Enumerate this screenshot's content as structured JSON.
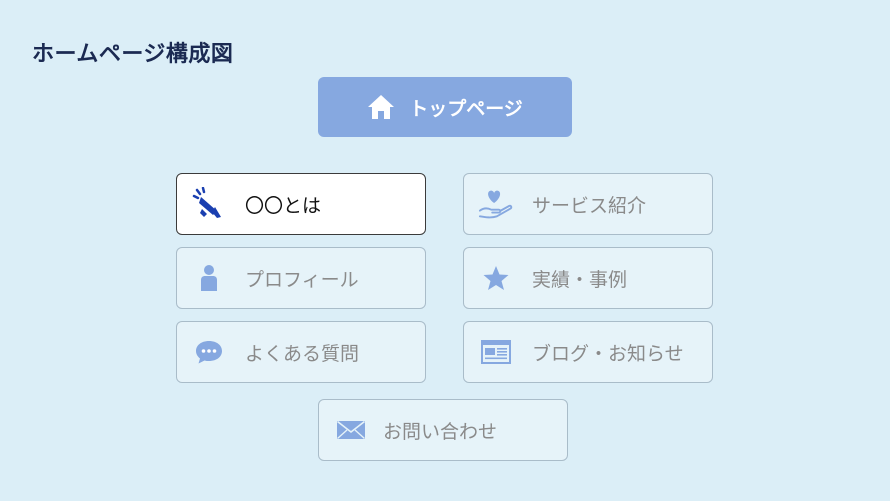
{
  "title": "ホームページ構成図",
  "top_page": {
    "label": "トップページ",
    "icon": "home-icon"
  },
  "pages": [
    {
      "label": "〇〇とは",
      "icon": "megaphone-icon",
      "active": true
    },
    {
      "label": "サービス紹介",
      "icon": "heart-hand-icon",
      "active": false
    },
    {
      "label": "プロフィール",
      "icon": "person-icon",
      "active": false
    },
    {
      "label": "実績・事例",
      "icon": "star-icon",
      "active": false
    },
    {
      "label": "よくある質問",
      "icon": "chat-bubble-icon",
      "active": false
    },
    {
      "label": "ブログ・お知らせ",
      "icon": "browser-window-icon",
      "active": false
    },
    {
      "label": "お問い合わせ",
      "icon": "mail-icon",
      "active": false
    }
  ],
  "colors": {
    "background": "#dbeef7",
    "title": "#1b2a52",
    "top_node": "#86a8e0",
    "icon": "#86a8e0",
    "active_icon": "#1a3fb0",
    "node_fill": "#e6f3f9",
    "active_fill": "#ffffff"
  }
}
